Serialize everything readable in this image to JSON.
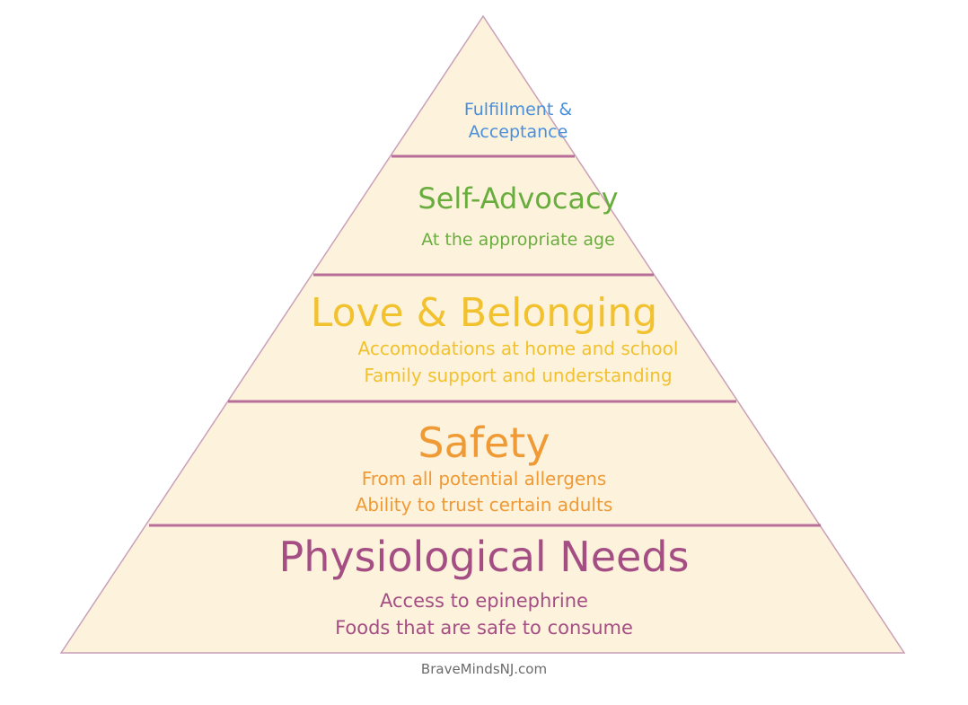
{
  "colors": {
    "fill": "#fdf2dc",
    "outline": "#c9a0b8",
    "divider": "#b86e98",
    "tier1": "#4a8fdc",
    "tier2": "#6aad3f",
    "tier3": "#f2c12e",
    "tier4": "#ef9a35",
    "tier5": "#a54e84",
    "credit": "#6b6b6b"
  },
  "tiers": [
    {
      "heading_line1": "Fulfillment &",
      "heading_line2": "Acceptance"
    },
    {
      "heading": "Self-Advocacy",
      "line1": "At the appropriate age"
    },
    {
      "heading": "Love & Belonging",
      "line1": "Accomodations at home and school",
      "line2": "Family support and understanding"
    },
    {
      "heading": "Safety",
      "line1": "From all potential allergens",
      "line2": "Ability to trust certain adults"
    },
    {
      "heading": "Physiological Needs",
      "line1": "Access to epinephrine",
      "line2": "Foods that are safe to consume"
    }
  ],
  "credit": "BraveMindsNJ.com"
}
